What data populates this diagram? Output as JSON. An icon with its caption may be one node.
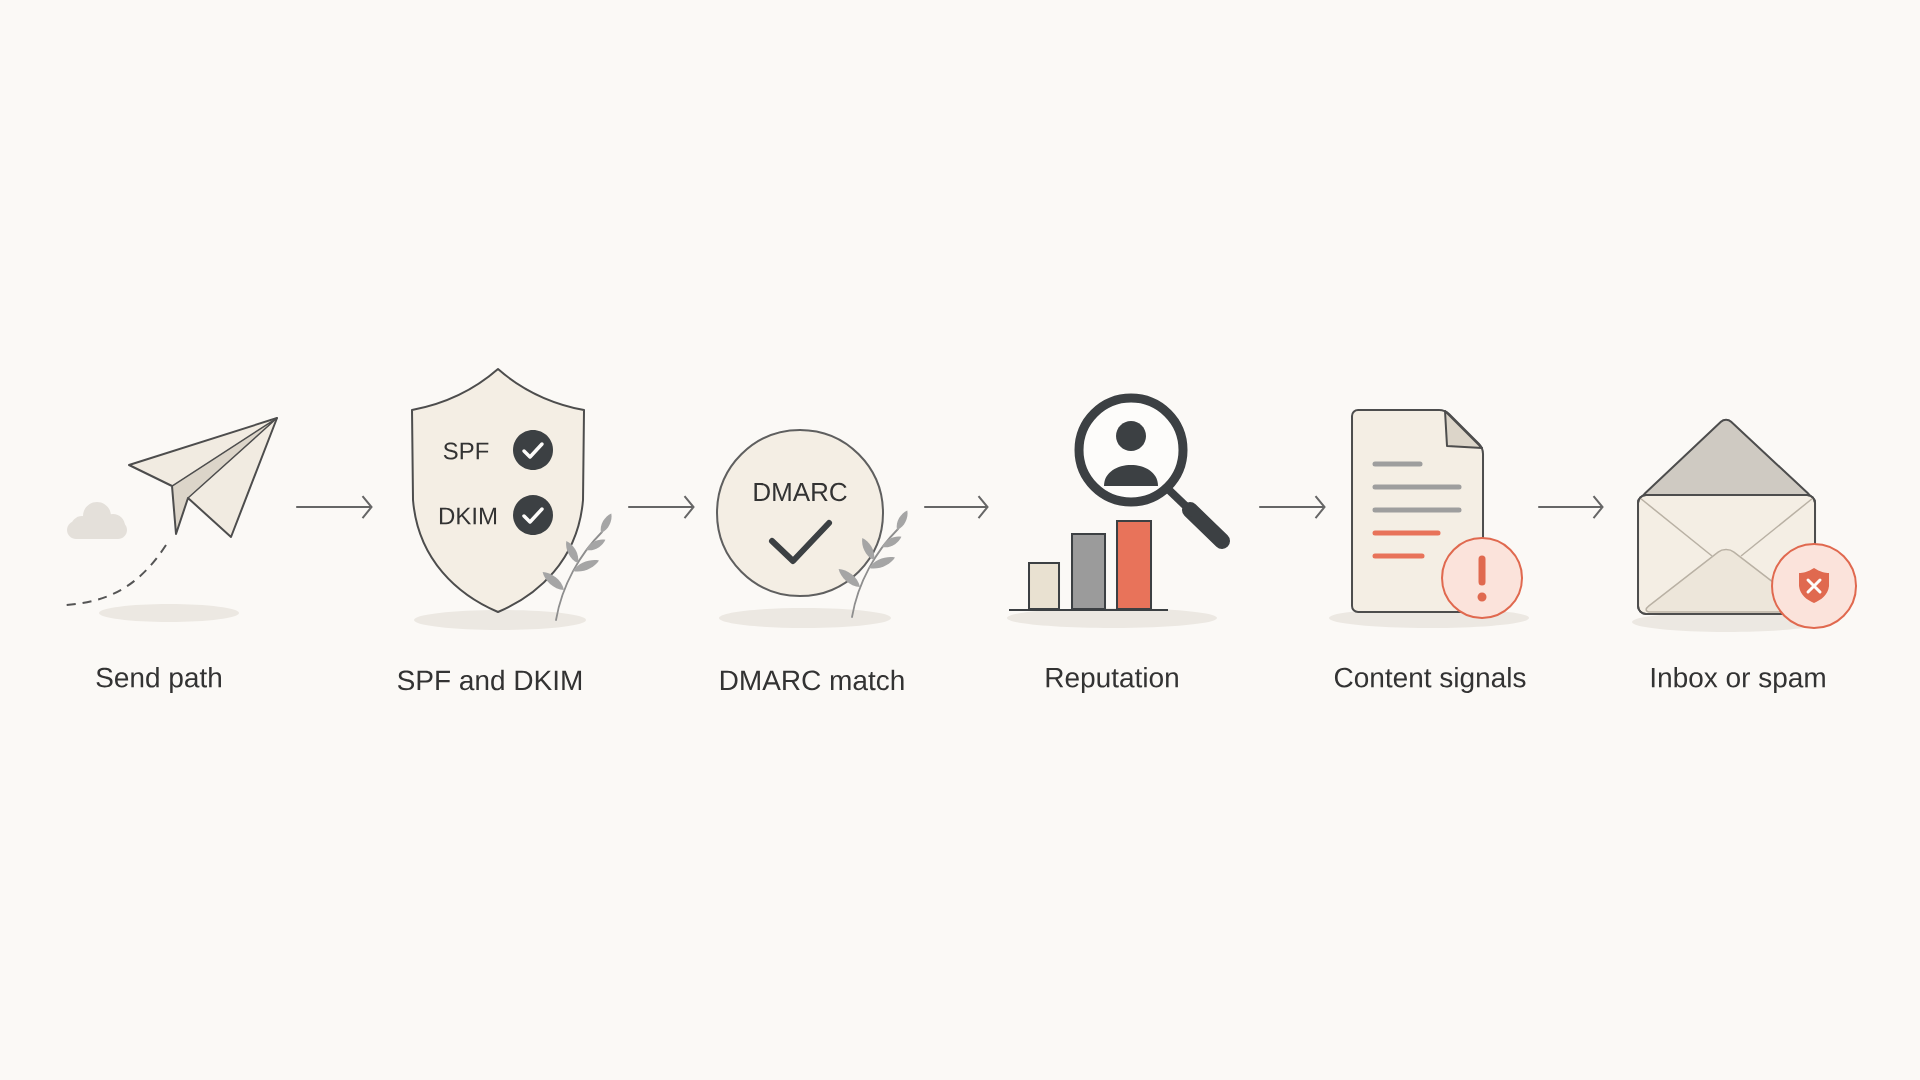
{
  "diagram": {
    "nodes": [
      {
        "text": [],
        "shape": "picture",
        "beside": [
          "Send path"
        ]
      },
      {
        "text": [
          "SPF",
          "DKIM"
        ],
        "beside": [
          "SPF and DKIM"
        ]
      },
      {
        "text": [
          "DMARC"
        ],
        "beside": [
          "DMARC match"
        ]
      },
      {
        "text": [],
        "shape": "picture",
        "beside": [
          "Reputation"
        ]
      },
      {
        "text": [],
        "shape": "picture",
        "beside": [
          "Content signals"
        ]
      },
      {
        "text": [],
        "shape": "picture",
        "beside": [
          "Inbox or spam"
        ]
      }
    ],
    "edges": [
      {
        "from": 0,
        "to": 1,
        "arrow": "to"
      },
      {
        "from": 1,
        "to": 2,
        "arrow": "to"
      },
      {
        "from": 2,
        "to": 3,
        "arrow": "to"
      },
      {
        "from": 3,
        "to": 4,
        "arrow": "to"
      },
      {
        "from": 4,
        "to": 5,
        "arrow": "to"
      }
    ]
  }
}
